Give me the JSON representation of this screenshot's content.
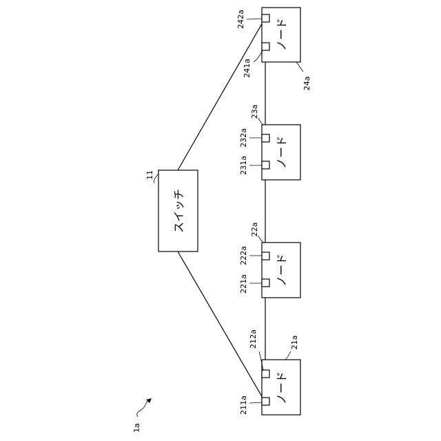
{
  "figure_label": "1a",
  "switch": {
    "label": "スイッチ",
    "ref": "11"
  },
  "nodes": [
    {
      "ref": "21a",
      "label": "ノード",
      "port_a": "211a",
      "port_b": "212a"
    },
    {
      "ref": "22a",
      "label": "ノード",
      "port_a": "221a",
      "port_b": "222a"
    },
    {
      "ref": "23a",
      "label": "ノード",
      "port_a": "231a",
      "port_b": "232a"
    },
    {
      "ref": "24a",
      "label": "ノード",
      "port_a": "241a",
      "port_b": "242a"
    }
  ]
}
